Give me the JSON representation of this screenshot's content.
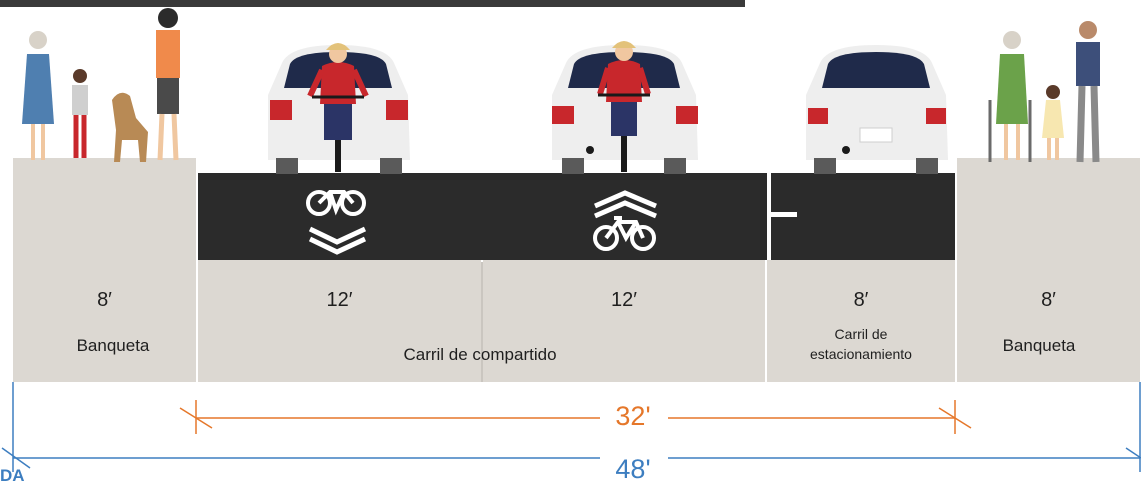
{
  "colors": {
    "sidewalk": "#dcd8d2",
    "road": "#2b2b2b",
    "dim_orange": "#e5772a",
    "dim_blue": "#3d7ec0",
    "car": "#eeeeee",
    "cyclist": "#c8272c"
  },
  "segments": [
    {
      "width": "8′",
      "label": "Banqueta"
    },
    {
      "width": "12′",
      "label": ""
    },
    {
      "width": "12′",
      "label": ""
    },
    {
      "width": "8′",
      "label": "Carril de estacionamiento",
      "label_line1": "Carril de",
      "label_line2": "estacionamiento"
    },
    {
      "width": "8′",
      "label": "Banqueta"
    }
  ],
  "shared_lane_label": "Carril de compartido",
  "dimensions": {
    "roadway": "32'",
    "total": "48'"
  },
  "logo_text": "DA",
  "icons": [
    "sharrow-icon",
    "bike-chevron-icon",
    "parking-tick-icon"
  ]
}
